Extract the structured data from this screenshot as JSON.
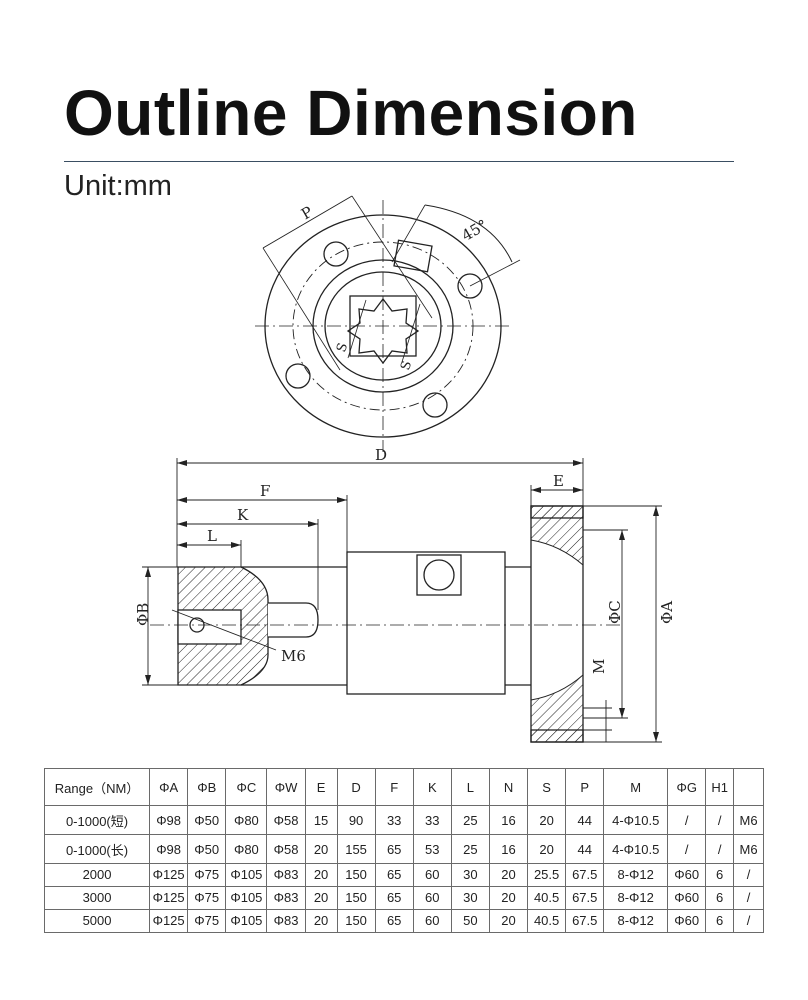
{
  "header": {
    "title": "Outline Dimension",
    "unit": "Unit:mm"
  },
  "diagram": {
    "top_view_labels": {
      "p": "P",
      "angle": "45°",
      "s1": "S",
      "s2": "S"
    },
    "side_view_labels": {
      "d": "D",
      "e": "E",
      "f": "F",
      "k": "K",
      "l": "L",
      "b": "ΦB",
      "c": "ΦC",
      "a": "ΦA",
      "m6": "M6",
      "m": "M"
    }
  },
  "table": {
    "columns": [
      "Range（NM）",
      "ΦA",
      "ΦB",
      "ΦC",
      "ΦW",
      "E",
      "D",
      "F",
      "K",
      "L",
      "N",
      "S",
      "P",
      "M",
      "ΦG",
      "H1",
      ""
    ],
    "rows": [
      [
        "0-1000(短)",
        "Φ98",
        "Φ50",
        "Φ80",
        "Φ58",
        "15",
        "90",
        "33",
        "33",
        "25",
        "16",
        "20",
        "44",
        "4-Φ10.5",
        "/",
        "/",
        "M6"
      ],
      [
        "0-1000(长)",
        "Φ98",
        "Φ50",
        "Φ80",
        "Φ58",
        "20",
        "155",
        "65",
        "53",
        "25",
        "16",
        "20",
        "44",
        "4-Φ10.5",
        "/",
        "/",
        "M6"
      ],
      [
        "2000",
        "Φ125",
        "Φ75",
        "Φ105",
        "Φ83",
        "20",
        "150",
        "65",
        "60",
        "30",
        "20",
        "25.5",
        "67.5",
        "8-Φ12",
        "Φ60",
        "6",
        "/"
      ],
      [
        "3000",
        "Φ125",
        "Φ75",
        "Φ105",
        "Φ83",
        "20",
        "150",
        "65",
        "60",
        "30",
        "20",
        "40.5",
        "67.5",
        "8-Φ12",
        "Φ60",
        "6",
        "/"
      ],
      [
        "5000",
        "Φ125",
        "Φ75",
        "Φ105",
        "Φ83",
        "20",
        "150",
        "65",
        "60",
        "50",
        "20",
        "40.5",
        "67.5",
        "8-Φ12",
        "Φ60",
        "6",
        "/"
      ]
    ]
  }
}
